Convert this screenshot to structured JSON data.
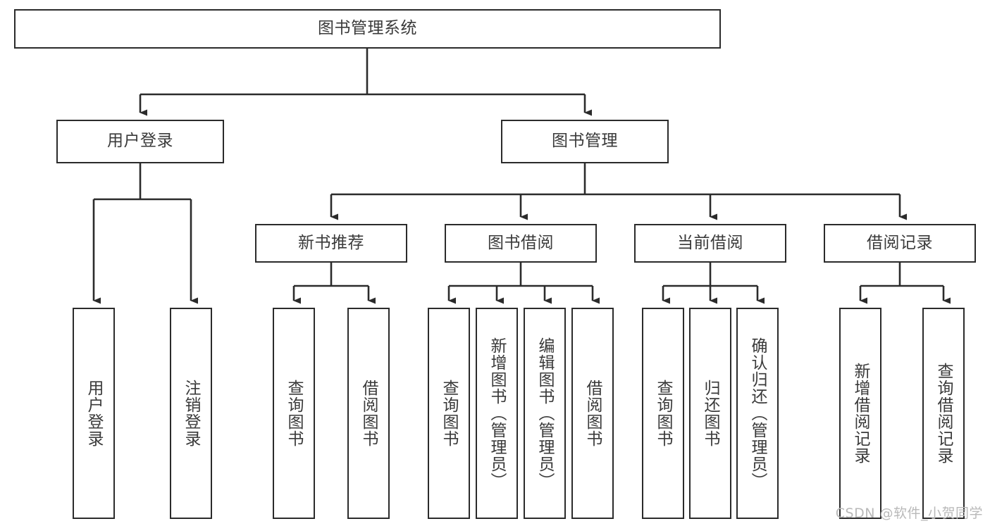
{
  "diagram": {
    "title": "图书管理系统",
    "type": "tree-hierarchy-diagram",
    "colors": {
      "box_border": "#2b2b2b",
      "box_fill": "#ffffff",
      "connector": "#2b2b2b",
      "text": "#3a3a3a",
      "watermark": "#b9b9b9",
      "background": "#ffffff"
    },
    "root": {
      "label": "图书管理系统"
    },
    "level2": [
      {
        "label": "用户登录"
      },
      {
        "label": "图书管理"
      }
    ],
    "level3": [
      {
        "label": "新书推荐"
      },
      {
        "label": "图书借阅"
      },
      {
        "label": "当前借阅"
      },
      {
        "label": "借阅记录"
      }
    ],
    "leaves": {
      "user_login": [
        {
          "label": "用户登录"
        },
        {
          "label": "注销登录"
        }
      ],
      "new_book_recommend": [
        {
          "label": "查询图书"
        },
        {
          "label": "借阅图书"
        }
      ],
      "book_borrow": [
        {
          "label": "查询图书"
        },
        {
          "label": "新增图书（管理员）"
        },
        {
          "label": "编辑图书（管理员）"
        },
        {
          "label": "借阅图书"
        }
      ],
      "current_borrow": [
        {
          "label": "查询图书"
        },
        {
          "label": "归还图书"
        },
        {
          "label": "确认归还（管理员）"
        }
      ],
      "borrow_records": [
        {
          "label": "新增借阅记录"
        },
        {
          "label": "查询借阅记录"
        }
      ]
    }
  },
  "watermark": {
    "text": "CSDN @软件_小贺同学"
  }
}
